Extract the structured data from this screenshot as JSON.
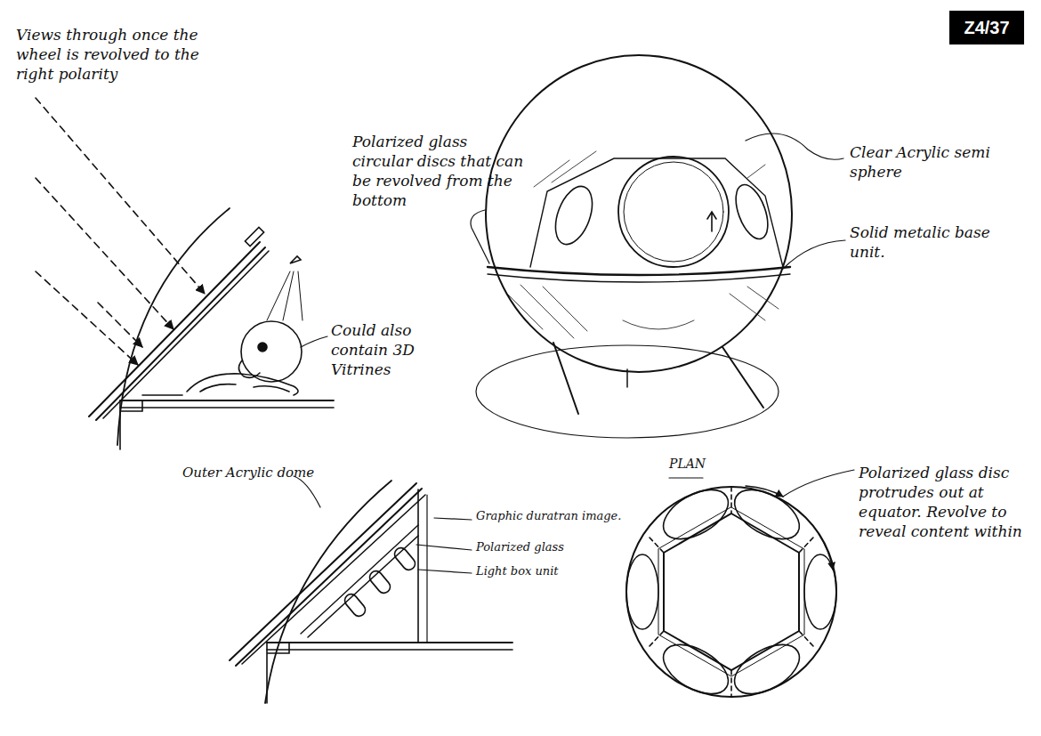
{
  "diagram": {
    "nodes": [
      {
        "text": [
          "Z4/37"
        ]
      }
    ],
    "labels": [
      "Views through once the wheel is revolved to the right polarity",
      "Could also contain 3D Vitrines",
      "Polarized glass circular discs that can be revolved from the bottom",
      "Clear Acrylic semi sphere",
      "Solid metalic base unit.",
      "Outer Acrylic dome",
      "Graphic duratran image.",
      "Polarized glass",
      "Light box unit",
      "PLAN",
      "Polarized glass disc protrudes out at equator. Revolve to reveal content within"
    ]
  }
}
